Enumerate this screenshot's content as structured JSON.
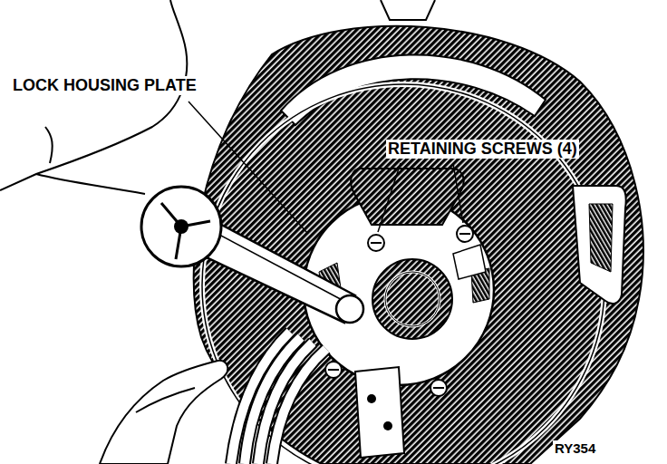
{
  "diagram": {
    "labels": [
      "LOCK HOUSING PLATE",
      "RETAINING SCREWS (4)",
      "RY354"
    ]
  }
}
